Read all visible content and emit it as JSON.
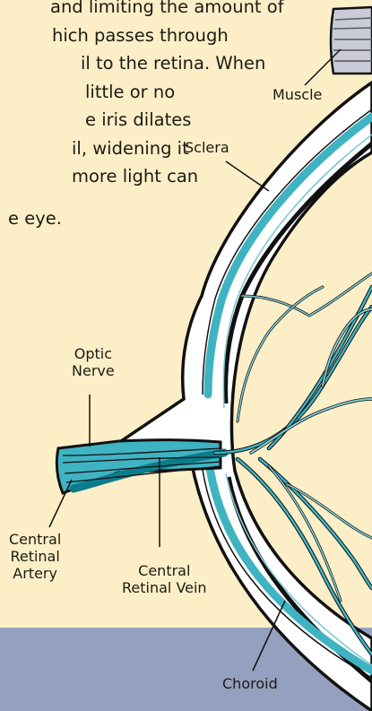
{
  "paragraph": {
    "lines": [
      "and limiting the amount of",
      "hich passes through",
      "il to the retina. When",
      "little or no",
      "e iris dilates",
      "il, widening it",
      "more light can",
      "e eye."
    ]
  },
  "labels": {
    "muscle": "Muscle",
    "sclera": "Sclera",
    "optic_nerve": [
      "Optic",
      "Nerve"
    ],
    "central_retinal_artery": [
      "Central",
      "Retinal",
      "Artery"
    ],
    "central_retinal_vein": [
      "Central",
      "Retinal Vein"
    ],
    "choroid": "Choroid"
  },
  "colors": {
    "background": "#fcefc8",
    "bottom_band": "#959fbf",
    "teal": "#3fb3c2",
    "teal_light": "#7fcad3",
    "outline": "#111111"
  }
}
